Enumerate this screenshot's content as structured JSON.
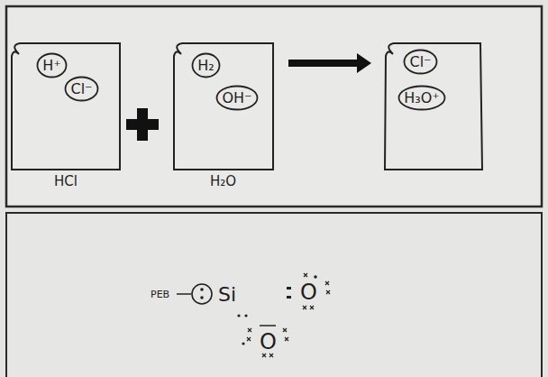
{
  "diagram": {
    "nodes": [
      {
        "text": [
          "HCl"
        ]
      },
      {
        "text": [
          "H⁺"
        ],
        "in": 0
      },
      {
        "text": [
          "Cl⁻"
        ],
        "in": 0
      },
      {
        "text": [
          "H₂O"
        ]
      },
      {
        "text": [
          "H₂"
        ],
        "in": 3
      },
      {
        "text": [
          "OH⁻"
        ],
        "in": 3
      },
      {
        "text": [
          "Cl⁻"
        ]
      },
      {
        "text": [
          "H₃O⁺"
        ]
      }
    ],
    "labels": [
      "PEB",
      "Si",
      "O",
      "O"
    ]
  }
}
